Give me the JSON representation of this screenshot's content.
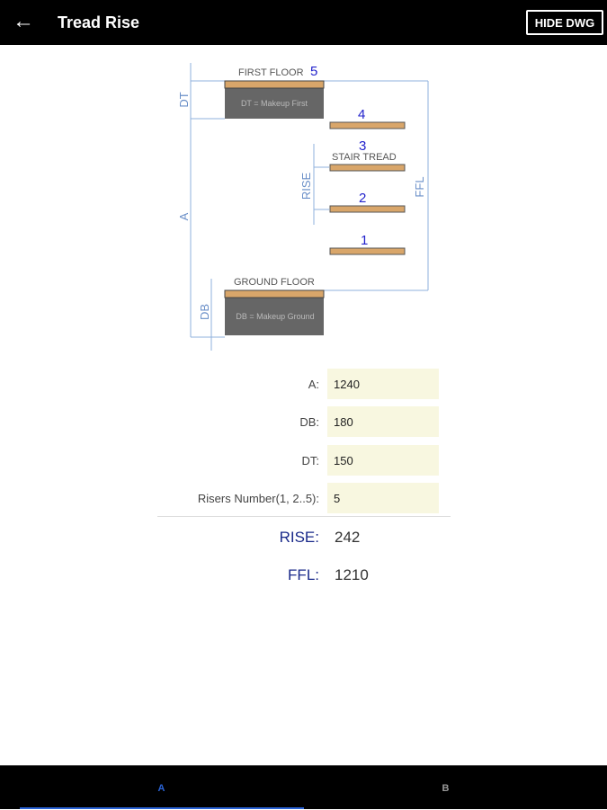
{
  "header": {
    "title": "Tread Rise",
    "hide_button": "HIDE DWG"
  },
  "drawing": {
    "first_floor": "FIRST FLOOR",
    "ground_floor": "GROUND FLOOR",
    "stair_tread": "STAIR TREAD",
    "dt_note": "DT = Makeup First",
    "db_note": "DB = Makeup Ground",
    "dim_dt": "DT",
    "dim_a": "A",
    "dim_db": "DB",
    "dim_rise": "RISE",
    "dim_ffl": "FFL",
    "steps": [
      "1",
      "2",
      "3",
      "4",
      "5"
    ]
  },
  "form": [
    {
      "label": "A:",
      "value": "1240"
    },
    {
      "label": "DB:",
      "value": "180"
    },
    {
      "label": "DT:",
      "value": "150"
    },
    {
      "label": "Risers Number(1, 2..5):",
      "value": "5"
    }
  ],
  "results": [
    {
      "label": "RISE:",
      "value": "242"
    },
    {
      "label": "FFL:",
      "value": "1210"
    }
  ],
  "tabs": [
    {
      "label": "A",
      "active": true
    },
    {
      "label": "B",
      "active": false
    }
  ],
  "colors": {
    "accent": "#2a63d6",
    "tread": "#d9a66a",
    "slab": "#666666",
    "dim": "#6a8fc8",
    "input_bg": "#f8f7e0"
  }
}
